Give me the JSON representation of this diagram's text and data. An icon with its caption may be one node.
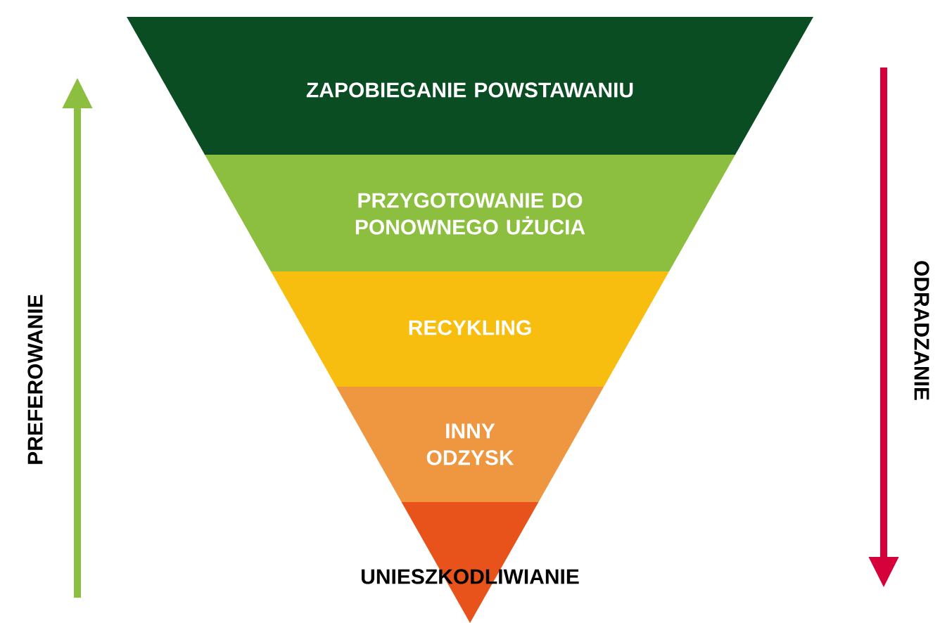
{
  "diagram": {
    "nodes": [
      {
        "text": [
          "ZAPOBIEGANIE POWSTAWANIU"
        ]
      },
      {
        "text": [
          "PRZYGOTOWANIE DO PONOWNEGO UŻUCIA"
        ]
      },
      {
        "text": [
          "RECYKLING"
        ]
      },
      {
        "text": [
          "INNY ODZYSK"
        ]
      },
      {
        "text": [
          "UNIESZKODLIWIANIE"
        ]
      }
    ],
    "labels": [
      "PREFEROWANIE",
      "ODRADZANIE"
    ]
  }
}
